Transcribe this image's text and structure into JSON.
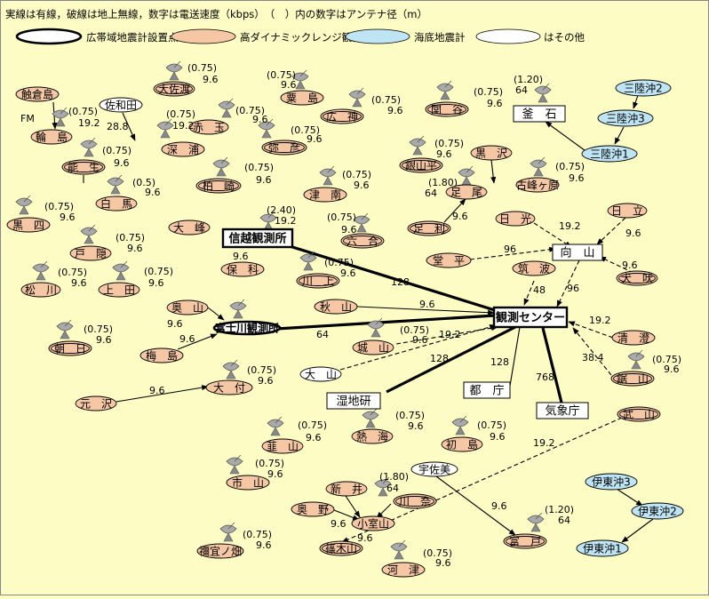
{
  "legend": {
    "line1": "実線は有線，破線は地上無線，数字は電送速度（kbps）　（　）内の数字はアンテナ径（m）",
    "broadband": "広帯域地震計設置点",
    "high_dynamic": "高ダイナミックレンジ観測点",
    "seafloor": "海底地震計",
    "other": "はその他"
  },
  "colors": {
    "background": "#fdfcc4",
    "station": "#f6c7a4",
    "seafloor": "#bfe4f4",
    "other": "#ffffff"
  },
  "stations": [
    {
      "id": "sado",
      "label": "大佐渡",
      "kind": "station",
      "double": true
    },
    {
      "id": "awakura",
      "label": "触倉島",
      "kind": "station"
    },
    {
      "id": "sawada",
      "label": "佐和田",
      "kind": "other"
    },
    {
      "id": "wajima",
      "label": "輪　島",
      "kind": "station"
    },
    {
      "id": "fukaura",
      "label": "深　浦",
      "kind": "station"
    },
    {
      "id": "akadama",
      "label": "赤　玉",
      "kind": "station"
    },
    {
      "id": "awa",
      "label": "粟　島",
      "kind": "station"
    },
    {
      "id": "hirogami",
      "label": "広　神",
      "kind": "station",
      "double": true
    },
    {
      "id": "sekiya",
      "label": "関　谷",
      "kind": "station",
      "double": true
    },
    {
      "id": "kamaishi",
      "label": "釜　石",
      "kind": "box"
    },
    {
      "id": "nou",
      "label": "能　生",
      "kind": "station",
      "double": true
    },
    {
      "id": "yahiko",
      "label": "弥　彦",
      "kind": "station",
      "double": true
    },
    {
      "id": "ginzan",
      "label": "銀山平",
      "kind": "station",
      "double": true
    },
    {
      "id": "kurosawa",
      "label": "黒　沢",
      "kind": "station"
    },
    {
      "id": "sanriku2",
      "label": "三陸沖2",
      "kind": "seafloor"
    },
    {
      "id": "sanriku3",
      "label": "三陸沖3",
      "kind": "seafloor"
    },
    {
      "id": "sanriku1",
      "label": "三陸沖1",
      "kind": "seafloor"
    },
    {
      "id": "kashiwazaki",
      "label": "柏　崎",
      "kind": "station",
      "double": true
    },
    {
      "id": "tsunan",
      "label": "津　南",
      "kind": "station"
    },
    {
      "id": "ashio",
      "label": "足　尾",
      "kind": "station"
    },
    {
      "id": "koshigahara",
      "label": "古峰ヶ原",
      "kind": "station"
    },
    {
      "id": "hakuba",
      "label": "白　馬",
      "kind": "station"
    },
    {
      "id": "kuroyon",
      "label": "黒　四",
      "kind": "station"
    },
    {
      "id": "omine",
      "label": "大　峰",
      "kind": "station"
    },
    {
      "id": "shinetsu",
      "label": "信越観測所",
      "kind": "box",
      "bold": true
    },
    {
      "id": "rokugo",
      "label": "六　合",
      "kind": "station",
      "double": true
    },
    {
      "id": "ashikaga",
      "label": "足　利",
      "kind": "station",
      "double": true
    },
    {
      "id": "nikko",
      "label": "日　光",
      "kind": "station"
    },
    {
      "id": "hitachi",
      "label": "日　立",
      "kind": "station"
    },
    {
      "id": "togakushi",
      "label": "戸　隠",
      "kind": "station"
    },
    {
      "id": "hoshina",
      "label": "保　科",
      "kind": "station"
    },
    {
      "id": "dohira",
      "label": "堂　平",
      "kind": "station"
    },
    {
      "id": "tsukuyama",
      "label": "向　山",
      "kind": "box"
    },
    {
      "id": "matsukawa",
      "label": "松　川",
      "kind": "station"
    },
    {
      "id": "ueda",
      "label": "上　田",
      "kind": "station"
    },
    {
      "id": "kawakami",
      "label": "川　上",
      "kind": "station",
      "double": true
    },
    {
      "id": "tsukuba",
      "label": "筑　波",
      "kind": "station"
    },
    {
      "id": "inubo",
      "label": "犬　吠",
      "kind": "station",
      "double": true
    },
    {
      "id": "okuyama",
      "label": "奥　山",
      "kind": "station"
    },
    {
      "id": "fujigawa",
      "label": "富士川観測所",
      "kind": "ellipse",
      "bold": true
    },
    {
      "id": "akiyama",
      "label": "秋　山",
      "kind": "station"
    },
    {
      "id": "center",
      "label": "観測センター",
      "kind": "box",
      "bold": true
    },
    {
      "id": "asahi",
      "label": "朝　日",
      "kind": "station",
      "double": true
    },
    {
      "id": "umejima",
      "label": "梅　島",
      "kind": "station"
    },
    {
      "id": "shiroyama",
      "label": "城　山",
      "kind": "station"
    },
    {
      "id": "kiyosumi",
      "label": "清　澄",
      "kind": "station"
    },
    {
      "id": "oyama",
      "label": "大　山",
      "kind": "other"
    },
    {
      "id": "nokogiri",
      "label": "鋸　山",
      "kind": "station",
      "double": true
    },
    {
      "id": "motozawa",
      "label": "元　沢",
      "kind": "station"
    },
    {
      "id": "otsuki",
      "label": "大　付",
      "kind": "station"
    },
    {
      "id": "shicchi",
      "label": "湿地研",
      "kind": "box"
    },
    {
      "id": "tocho",
      "label": "都　庁",
      "kind": "box"
    },
    {
      "id": "kishocho",
      "label": "気象庁",
      "kind": "box"
    },
    {
      "id": "takeyama",
      "label": "武　山",
      "kind": "station",
      "double": true
    },
    {
      "id": "atami",
      "label": "熱　海",
      "kind": "station"
    },
    {
      "id": "hatsushima",
      "label": "初　島",
      "kind": "station"
    },
    {
      "id": "nirayama",
      "label": "韮　山",
      "kind": "station"
    },
    {
      "id": "ichiyama",
      "label": "市　山",
      "kind": "station"
    },
    {
      "id": "usami",
      "label": "宇佐美",
      "kind": "other"
    },
    {
      "id": "ito3",
      "label": "伊東沖3",
      "kind": "seafloor"
    },
    {
      "id": "ito2",
      "label": "伊東沖2",
      "kind": "seafloor"
    },
    {
      "id": "arai",
      "label": "新　井",
      "kind": "station"
    },
    {
      "id": "kawana",
      "label": "川　奈",
      "kind": "station",
      "double": true
    },
    {
      "id": "okuno",
      "label": "奥　野",
      "kind": "station"
    },
    {
      "id": "komuroyama",
      "label": "小室山",
      "kind": "station"
    },
    {
      "id": "tomito",
      "label": "富　戸",
      "kind": "station",
      "double": true
    },
    {
      "id": "ito1",
      "label": "伊東沖1",
      "kind": "seafloor"
    },
    {
      "id": "sasakiyama",
      "label": "篠木山",
      "kind": "station",
      "double": true
    },
    {
      "id": "negi",
      "label": "禰宜ノ畑",
      "kind": "station"
    },
    {
      "id": "kawazu",
      "label": "河　津",
      "kind": "station"
    }
  ],
  "annotations": [
    {
      "id": "sado-ant",
      "text": "(0.75)"
    },
    {
      "id": "sado-spd",
      "text": "9.6"
    },
    {
      "id": "fm",
      "text": "FM"
    },
    {
      "id": "wajima-ant",
      "text": "(0.75)"
    },
    {
      "id": "wajima-spd",
      "text": "19.2"
    },
    {
      "id": "sawada-spd",
      "text": "28.8"
    },
    {
      "id": "fukaura-ant",
      "text": "(0.75)"
    },
    {
      "id": "fukaura-spd",
      "text": "19.2"
    },
    {
      "id": "akadama-ant",
      "text": "(0.75)"
    },
    {
      "id": "akadama-spd",
      "text": "9.6"
    },
    {
      "id": "awa-ant",
      "text": "(0.75)"
    },
    {
      "id": "awa-spd",
      "text": "9.6"
    },
    {
      "id": "hirogami-ant",
      "text": "(0.75)"
    },
    {
      "id": "hirogami-spd",
      "text": "9.6"
    },
    {
      "id": "sekiya-ant",
      "text": "(0.75)"
    },
    {
      "id": "sekiya-spd",
      "text": "9.6"
    },
    {
      "id": "kamaishi-ant",
      "text": "(1.20)"
    },
    {
      "id": "kamaishi-spd",
      "text": "64"
    },
    {
      "id": "nou-ant",
      "text": "(0.75)"
    },
    {
      "id": "nou-spd",
      "text": "9.6"
    },
    {
      "id": "yahiko-ant",
      "text": "(0.75)"
    },
    {
      "id": "yahiko-spd",
      "text": "9.6"
    },
    {
      "id": "ginzan-ant",
      "text": "(0.75)"
    },
    {
      "id": "ginzan-spd",
      "text": "9.6"
    },
    {
      "id": "kashiwazaki-ant",
      "text": "(0.75)"
    },
    {
      "id": "kashiwazaki-spd",
      "text": "9.6"
    },
    {
      "id": "tsunan-ant",
      "text": "(0.75)"
    },
    {
      "id": "tsunan-spd",
      "text": "9.6"
    },
    {
      "id": "ashio-ant",
      "text": "(1.80)"
    },
    {
      "id": "ashio-spd",
      "text": "64"
    },
    {
      "id": "koshigahara-ant",
      "text": "(0.75)"
    },
    {
      "id": "koshigahara-spd",
      "text": "9.6"
    },
    {
      "id": "hakuba-ant",
      "text": "(0.5)"
    },
    {
      "id": "hakuba-spd",
      "text": "9.6"
    },
    {
      "id": "kuroyon-ant",
      "text": "(0.75)"
    },
    {
      "id": "kuroyon-spd",
      "text": "9.6"
    },
    {
      "id": "shinetsu-ant",
      "text": "(2.40)"
    },
    {
      "id": "shinetsu-spd",
      "text": "19.2"
    },
    {
      "id": "rokugo-ant",
      "text": "(0.75)"
    },
    {
      "id": "rokugo-spd",
      "text": "9.6"
    },
    {
      "id": "ashikaga-spd",
      "text": "9.6"
    },
    {
      "id": "nikko-spd",
      "text": "19.2"
    },
    {
      "id": "hitachi-spd",
      "text": "9.6"
    },
    {
      "id": "togakushi-ant",
      "text": "(0.75)"
    },
    {
      "id": "togakushi-spd",
      "text": "9.6"
    },
    {
      "id": "hoshina-spd",
      "text": "9.6"
    },
    {
      "id": "dohira-spd",
      "text": "96"
    },
    {
      "id": "matsukawa-ant",
      "text": "(0.75)"
    },
    {
      "id": "matsukawa-spd",
      "text": "9.6"
    },
    {
      "id": "ueda-ant",
      "text": "(0.75)"
    },
    {
      "id": "ueda-spd",
      "text": "9.6"
    },
    {
      "id": "kawakami-ant",
      "text": "(0.75)"
    },
    {
      "id": "kawakami-spd",
      "text": "9.6"
    },
    {
      "id": "shinetsu-link",
      "text": "128"
    },
    {
      "id": "tsukuba-spd",
      "text": "48"
    },
    {
      "id": "tsukuyama-spd",
      "text": "96"
    },
    {
      "id": "inubo-spd",
      "text": "9.6"
    },
    {
      "id": "okuyama-spd",
      "text": "9.6"
    },
    {
      "id": "umejima-spd",
      "text": "9.6"
    },
    {
      "id": "akiyama-spd",
      "text": "9.6"
    },
    {
      "id": "fujigawa-link",
      "text": "64"
    },
    {
      "id": "asahi-ant",
      "text": "(0.75)"
    },
    {
      "id": "asahi-spd",
      "text": "9.6"
    },
    {
      "id": "shiroyama-ant",
      "text": "(0.75)"
    },
    {
      "id": "shiroyama-spd",
      "text": "9.6"
    },
    {
      "id": "oyama-spd",
      "text": "19.2"
    },
    {
      "id": "kiyosumi-spd",
      "text": "19.2"
    },
    {
      "id": "nokogiri-ant",
      "text": "(0.75)"
    },
    {
      "id": "nokogiri-spd",
      "text": "9.6"
    },
    {
      "id": "nokogiri-link",
      "text": "38.4"
    },
    {
      "id": "shicchi-link",
      "text": "128"
    },
    {
      "id": "tocho-link",
      "text": "128"
    },
    {
      "id": "kishocho-link",
      "text": "768"
    },
    {
      "id": "motozawa-spd",
      "text": "9.6"
    },
    {
      "id": "otsuki-ant",
      "text": "(0.75)"
    },
    {
      "id": "otsuki-spd",
      "text": "9.6"
    },
    {
      "id": "atami-ant",
      "text": "(0.75)"
    },
    {
      "id": "atami-spd",
      "text": "9.6"
    },
    {
      "id": "hatsushima-ant",
      "text": "(0.75)"
    },
    {
      "id": "hatsushima-spd",
      "text": "9.6"
    },
    {
      "id": "nirayama-ant",
      "text": "(0.75)"
    },
    {
      "id": "nirayama-spd",
      "text": "9.6"
    },
    {
      "id": "ichiyama-ant",
      "text": "(0.75)"
    },
    {
      "id": "ichiyama-spd",
      "text": "9.6"
    },
    {
      "id": "takeyama-link",
      "text": "19.2"
    },
    {
      "id": "usami-spd",
      "text": "9.6"
    },
    {
      "id": "komuro-ant",
      "text": "(1.80)"
    },
    {
      "id": "komuro-spd",
      "text": "64"
    },
    {
      "id": "okuno-spd",
      "text": "9.6"
    },
    {
      "id": "sasaki-spd",
      "text": "9.6"
    },
    {
      "id": "tomito-ant",
      "text": "(1.20)"
    },
    {
      "id": "tomito-spd",
      "text": "64"
    },
    {
      "id": "negi-ant",
      "text": "(0.75)"
    },
    {
      "id": "negi-spd",
      "text": "9.6"
    },
    {
      "id": "kawazu-ant",
      "text": "(0.75)"
    },
    {
      "id": "kawazu-spd",
      "text": "9.6"
    }
  ]
}
